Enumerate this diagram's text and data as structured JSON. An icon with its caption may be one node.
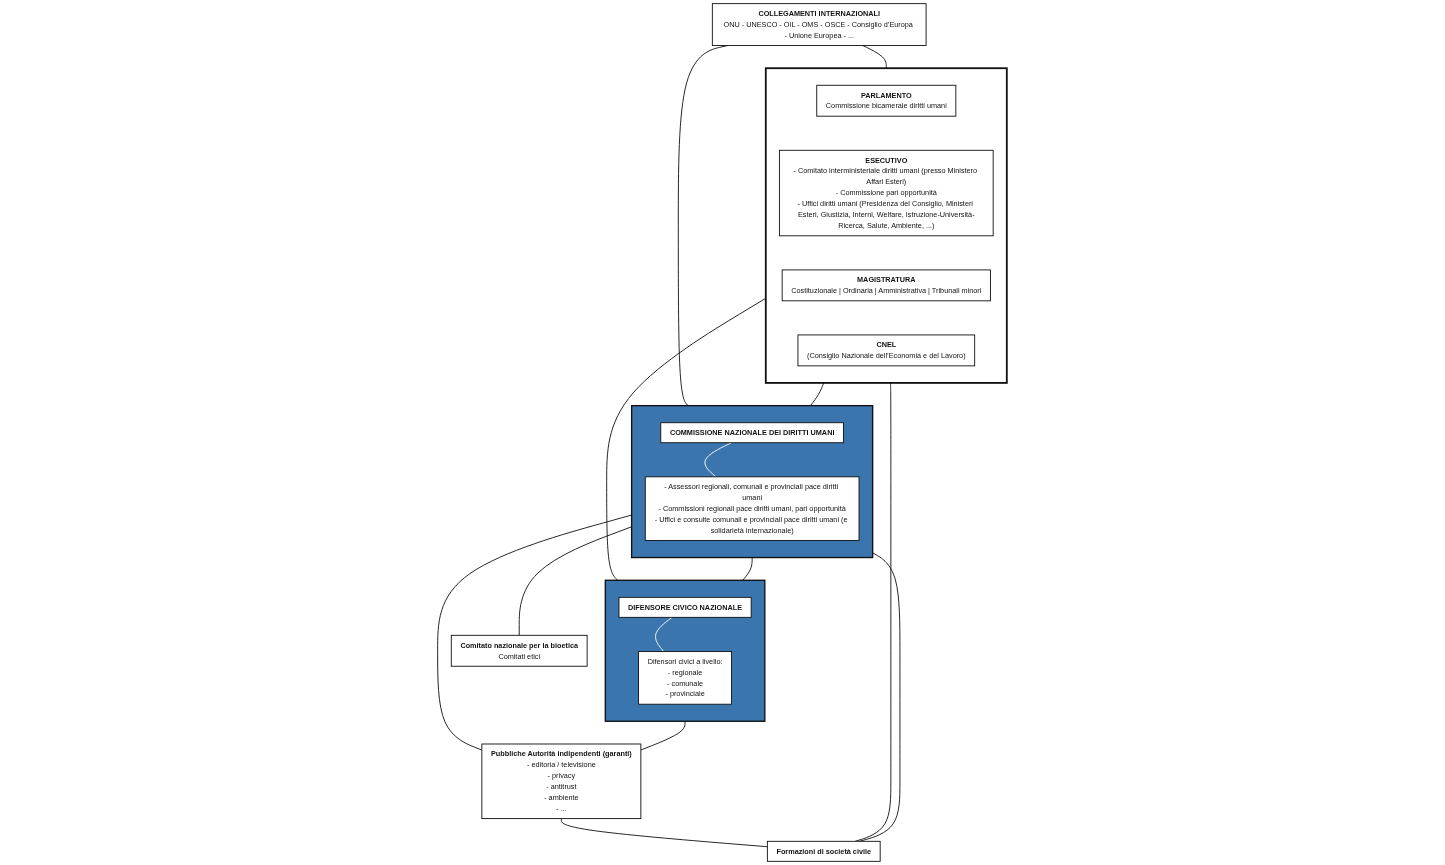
{
  "diagram": {
    "nodes": [
      {
        "text": [],
        "shape": "box"
      },
      {
        "text": [
          "PARLAMENTO",
          "Commissione bicamerale diritti umani"
        ],
        "in": 0
      },
      {
        "text": [
          "ESECUTIVO",
          "- Comitato interministeriale diritti umani (presso Ministero Affari Esteri)",
          "- Commissione pari opportunità",
          "- Uffici diritti umani (Presidenza del Consiglio, Ministeri Esteri, Giustizia, Interni, Welfare, Istruzione-Università-Ricerca, Salute, Ambiente, ...)"
        ],
        "in": 0
      },
      {
        "text": [
          "MAGISTRATURA",
          "Costituzionale | Ordinaria | Amministrativa | Tribunali minori"
        ],
        "in": 0
      },
      {
        "text": [
          "CNEL",
          "(Consiglio Nazionale dell’Economia e del Lavoro)"
        ],
        "in": 0
      },
      {
        "text": [
          "COLLEGAMENTI INTERNAZIONALI",
          "ONU - UNESCO - OIL - OMS - OSCE - Consiglio d’Europa - Unione Europea - ..."
        ]
      },
      {
        "text": [],
        "shape": "box"
      },
      {
        "text": [
          "COMMISSIONE NAZIONALE DEI DIRITTI UMANI"
        ],
        "in": 6
      },
      {
        "text": [
          "- Assessori regionali, comunali e provinciali pace diritti umani",
          "- Commissioni regionali pace diritti umani, pari opportunità",
          "- Uffici e consulte comunali e provinciali pace diritti umani (e solidarietà internazionale)"
        ],
        "in": 6
      },
      {
        "text": [],
        "shape": "box"
      },
      {
        "text": [
          "DIFENSORE CIVICO NAZIONALE"
        ],
        "in": 9
      },
      {
        "text": [
          "Difensori civici a livello:",
          "- regionale",
          "- comunale",
          "- provinciale"
        ],
        "in": 9
      },
      {
        "text": [
          "Pubbliche Autorità indipendenti (garanti)",
          "- editoria / televisione",
          "- privacy",
          "- antitrust",
          "- ambiente",
          "- ..."
        ]
      },
      {
        "text": [
          "Comitato nazionale per la bioetica",
          "Comitati etici"
        ]
      },
      {
        "text": [
          "Formazioni di società civile"
        ]
      }
    ],
    "edges": [
      {
        "from": 5,
        "to": 0,
        "arrow": "none"
      },
      {
        "from": 5,
        "to": 6,
        "arrow": "none"
      },
      {
        "from": 0,
        "to": 6,
        "arrow": "none"
      },
      {
        "from": 0,
        "to": 14,
        "arrow": "none"
      },
      {
        "from": 0,
        "to": 9,
        "arrow": "none"
      },
      {
        "from": 7,
        "to": 8,
        "arrow": "none",
        "color": "#ffffff"
      },
      {
        "from": 10,
        "to": 11,
        "arrow": "none",
        "color": "#ffffff"
      },
      {
        "from": 6,
        "to": 9,
        "arrow": "none"
      },
      {
        "from": 6,
        "to": 13,
        "arrow": "none"
      },
      {
        "from": 6,
        "to": 14,
        "arrow": "none"
      },
      {
        "from": 6,
        "to": 12,
        "arrow": "none"
      },
      {
        "from": 9,
        "to": 12,
        "arrow": "none"
      },
      {
        "from": 12,
        "to": 14,
        "arrow": "none"
      }
    ]
  }
}
